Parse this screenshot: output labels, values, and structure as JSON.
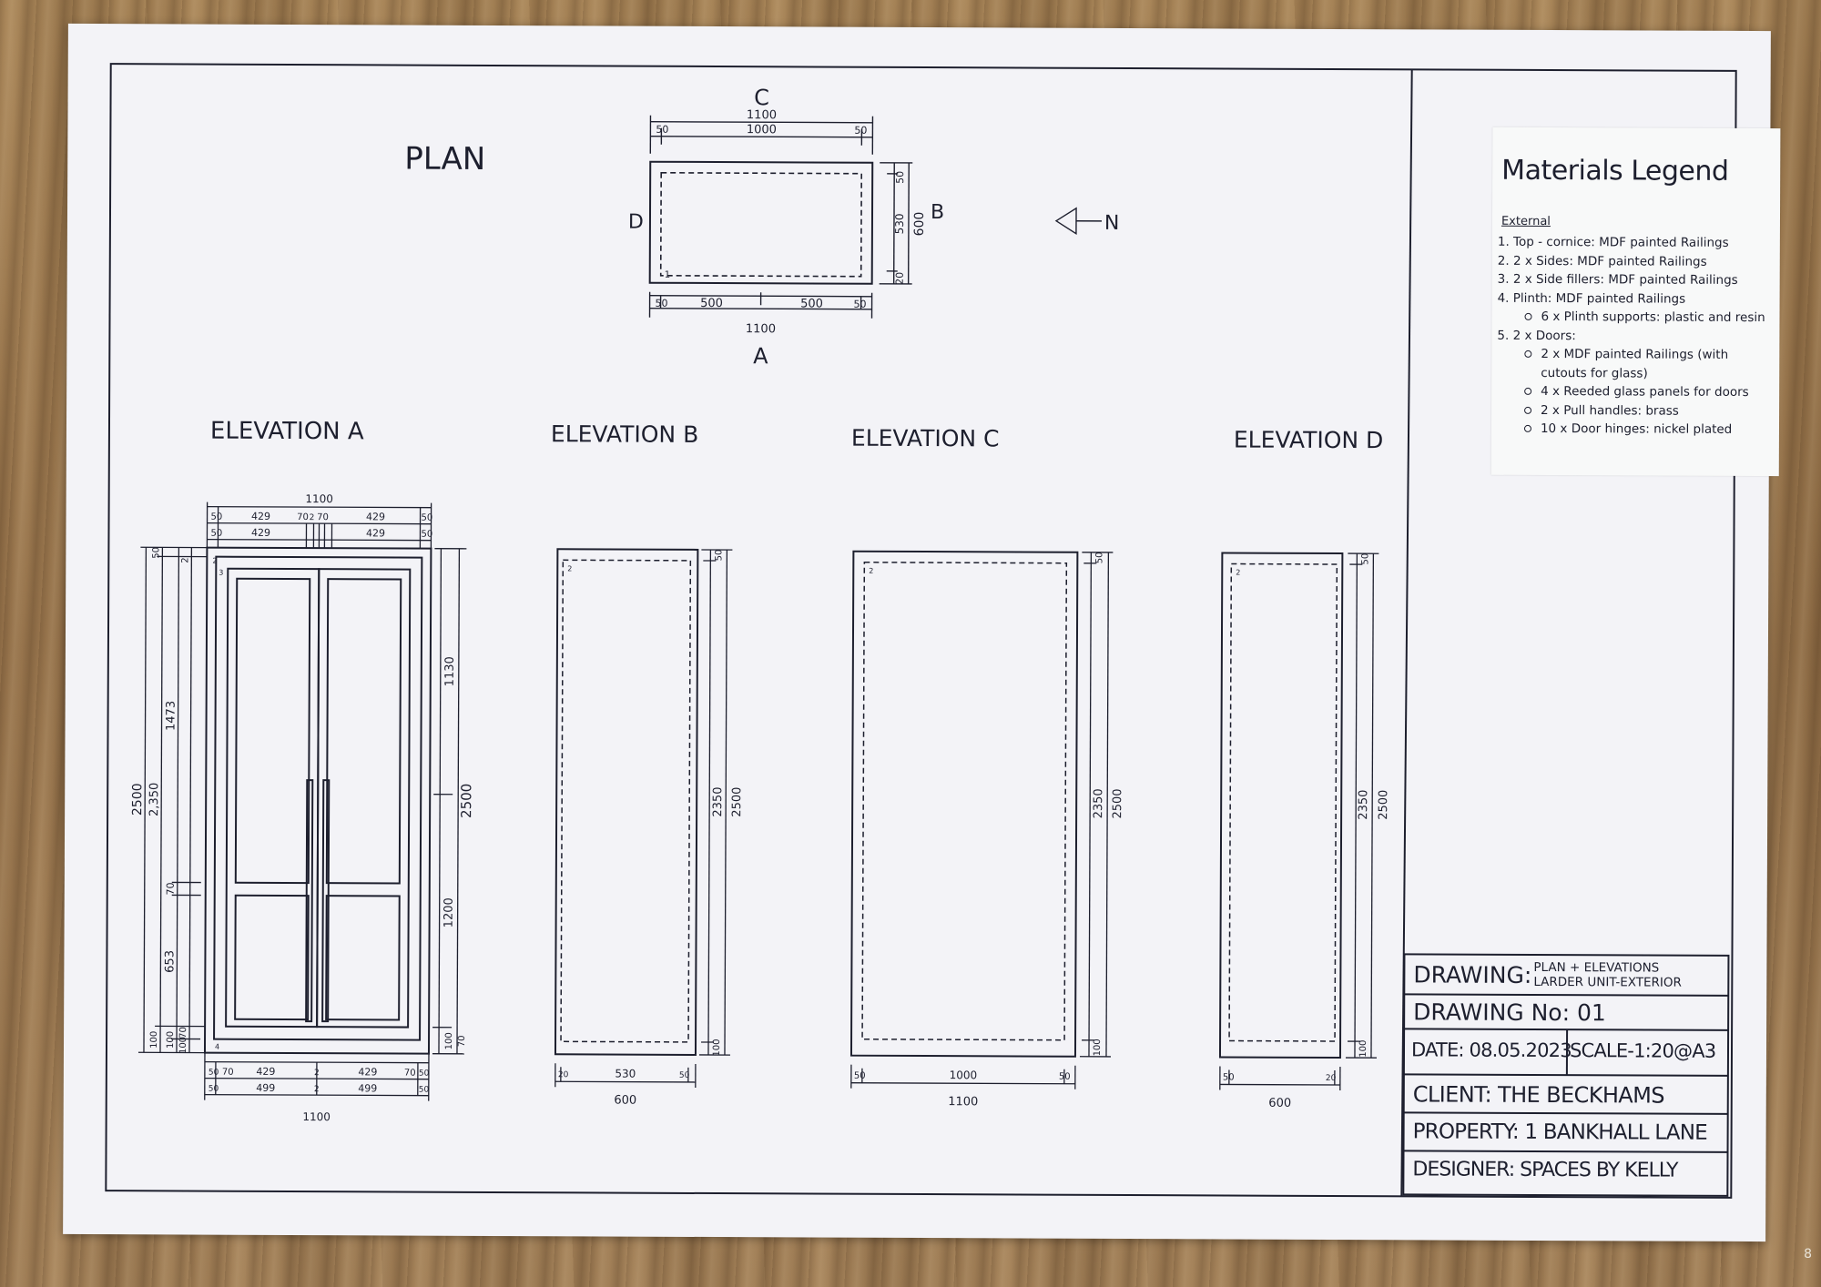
{
  "plan": {
    "title": "PLAN",
    "side_labels": {
      "a": "A",
      "b": "B",
      "c": "C",
      "d": "D"
    },
    "north": "N",
    "dims_top": {
      "overall": "1100",
      "left": "50",
      "middle": "1000",
      "right": "50"
    },
    "dims_bottom": {
      "overall": "1100",
      "left": "50",
      "left_mid": "500",
      "right_mid": "500",
      "right": "50"
    },
    "dims_side": {
      "overall": "600",
      "top": "50",
      "middle": "530",
      "bottom": "20"
    },
    "corner_marker": "1"
  },
  "elevations": {
    "a": {
      "title": "ELEVATION A",
      "top_overall": "1100",
      "top_row1": [
        "50",
        "429",
        "70",
        "2",
        "70",
        "429",
        "50"
      ],
      "top_row2": [
        "50",
        "429",
        "429",
        "50"
      ],
      "left_dims": [
        "2500",
        "2,350",
        "1473",
        "70",
        "653",
        "100",
        "50",
        "100",
        "70",
        "100",
        "2"
      ],
      "right_dims": [
        "2500",
        "1130",
        "1200",
        "100",
        "70"
      ],
      "bottom_row1": [
        "50",
        "70",
        "429",
        "2",
        "429",
        "70",
        "50"
      ],
      "bottom_row2": [
        "50",
        "499",
        "2",
        "499",
        "50"
      ],
      "bottom_overall": "1100",
      "markers": [
        "2",
        "3",
        "4"
      ]
    },
    "b": {
      "title": "ELEVATION B",
      "right_dims": [
        "50",
        "2350",
        "2500",
        "100"
      ],
      "bottom_dims": [
        "20",
        "530",
        "50"
      ],
      "bottom_overall": "600",
      "marker": "2"
    },
    "c": {
      "title": "ELEVATION C",
      "right_dims": [
        "50",
        "2350",
        "2500",
        "100"
      ],
      "bottom_dims": [
        "50",
        "1000",
        "50"
      ],
      "bottom_overall": "1100",
      "marker": "2"
    },
    "d": {
      "title": "ELEVATION D",
      "right_dims": [
        "50",
        "2350",
        "2500",
        "100"
      ],
      "bottom_dims": [
        "50",
        "20"
      ],
      "bottom_overall": "600",
      "marker": "2"
    }
  },
  "legend": {
    "title": "Materials Legend",
    "subtitle": "External",
    "items": [
      {
        "text": "1. Top - cornice: MDF painted Railings",
        "level": 0
      },
      {
        "text": "2. 2 x Sides: MDF painted Railings",
        "level": 0
      },
      {
        "text": "3. 2 x Side fillers: MDF painted Railings",
        "level": 0
      },
      {
        "text": "4. Plinth: MDF painted Railings",
        "level": 0
      },
      {
        "text": "6 x Plinth supports: plastic and resin",
        "level": 1
      },
      {
        "text": "5. 2 x Doors:",
        "level": 0
      },
      {
        "text": "2 x MDF painted Railings (with cutouts for glass)",
        "level": 1
      },
      {
        "text": "4 x Reeded glass panels for doors",
        "level": 1
      },
      {
        "text": "2 x Pull handles: brass",
        "level": 1
      },
      {
        "text": "10 x Door hinges: nickel plated",
        "level": 1
      }
    ]
  },
  "title_block": {
    "drawing_label": "DRAWING:",
    "drawing_line1": "PLAN + ELEVATIONS",
    "drawing_line2": "LARDER UNIT-EXTERIOR",
    "drawing_no": "DRAWING No: 01",
    "date": "DATE: 08.05.2023",
    "scale": "SCALE-1:20@A3",
    "client": "CLIENT: THE BECKHAMS",
    "property": "PROPERTY: 1 BANKHALL LANE",
    "designer": "DESIGNER: SPACES BY KELLY"
  },
  "page_number": "8",
  "colors": {
    "ink": "#1d1f2e",
    "paper": "#f3f3f7",
    "wood": "#9c7a52"
  }
}
